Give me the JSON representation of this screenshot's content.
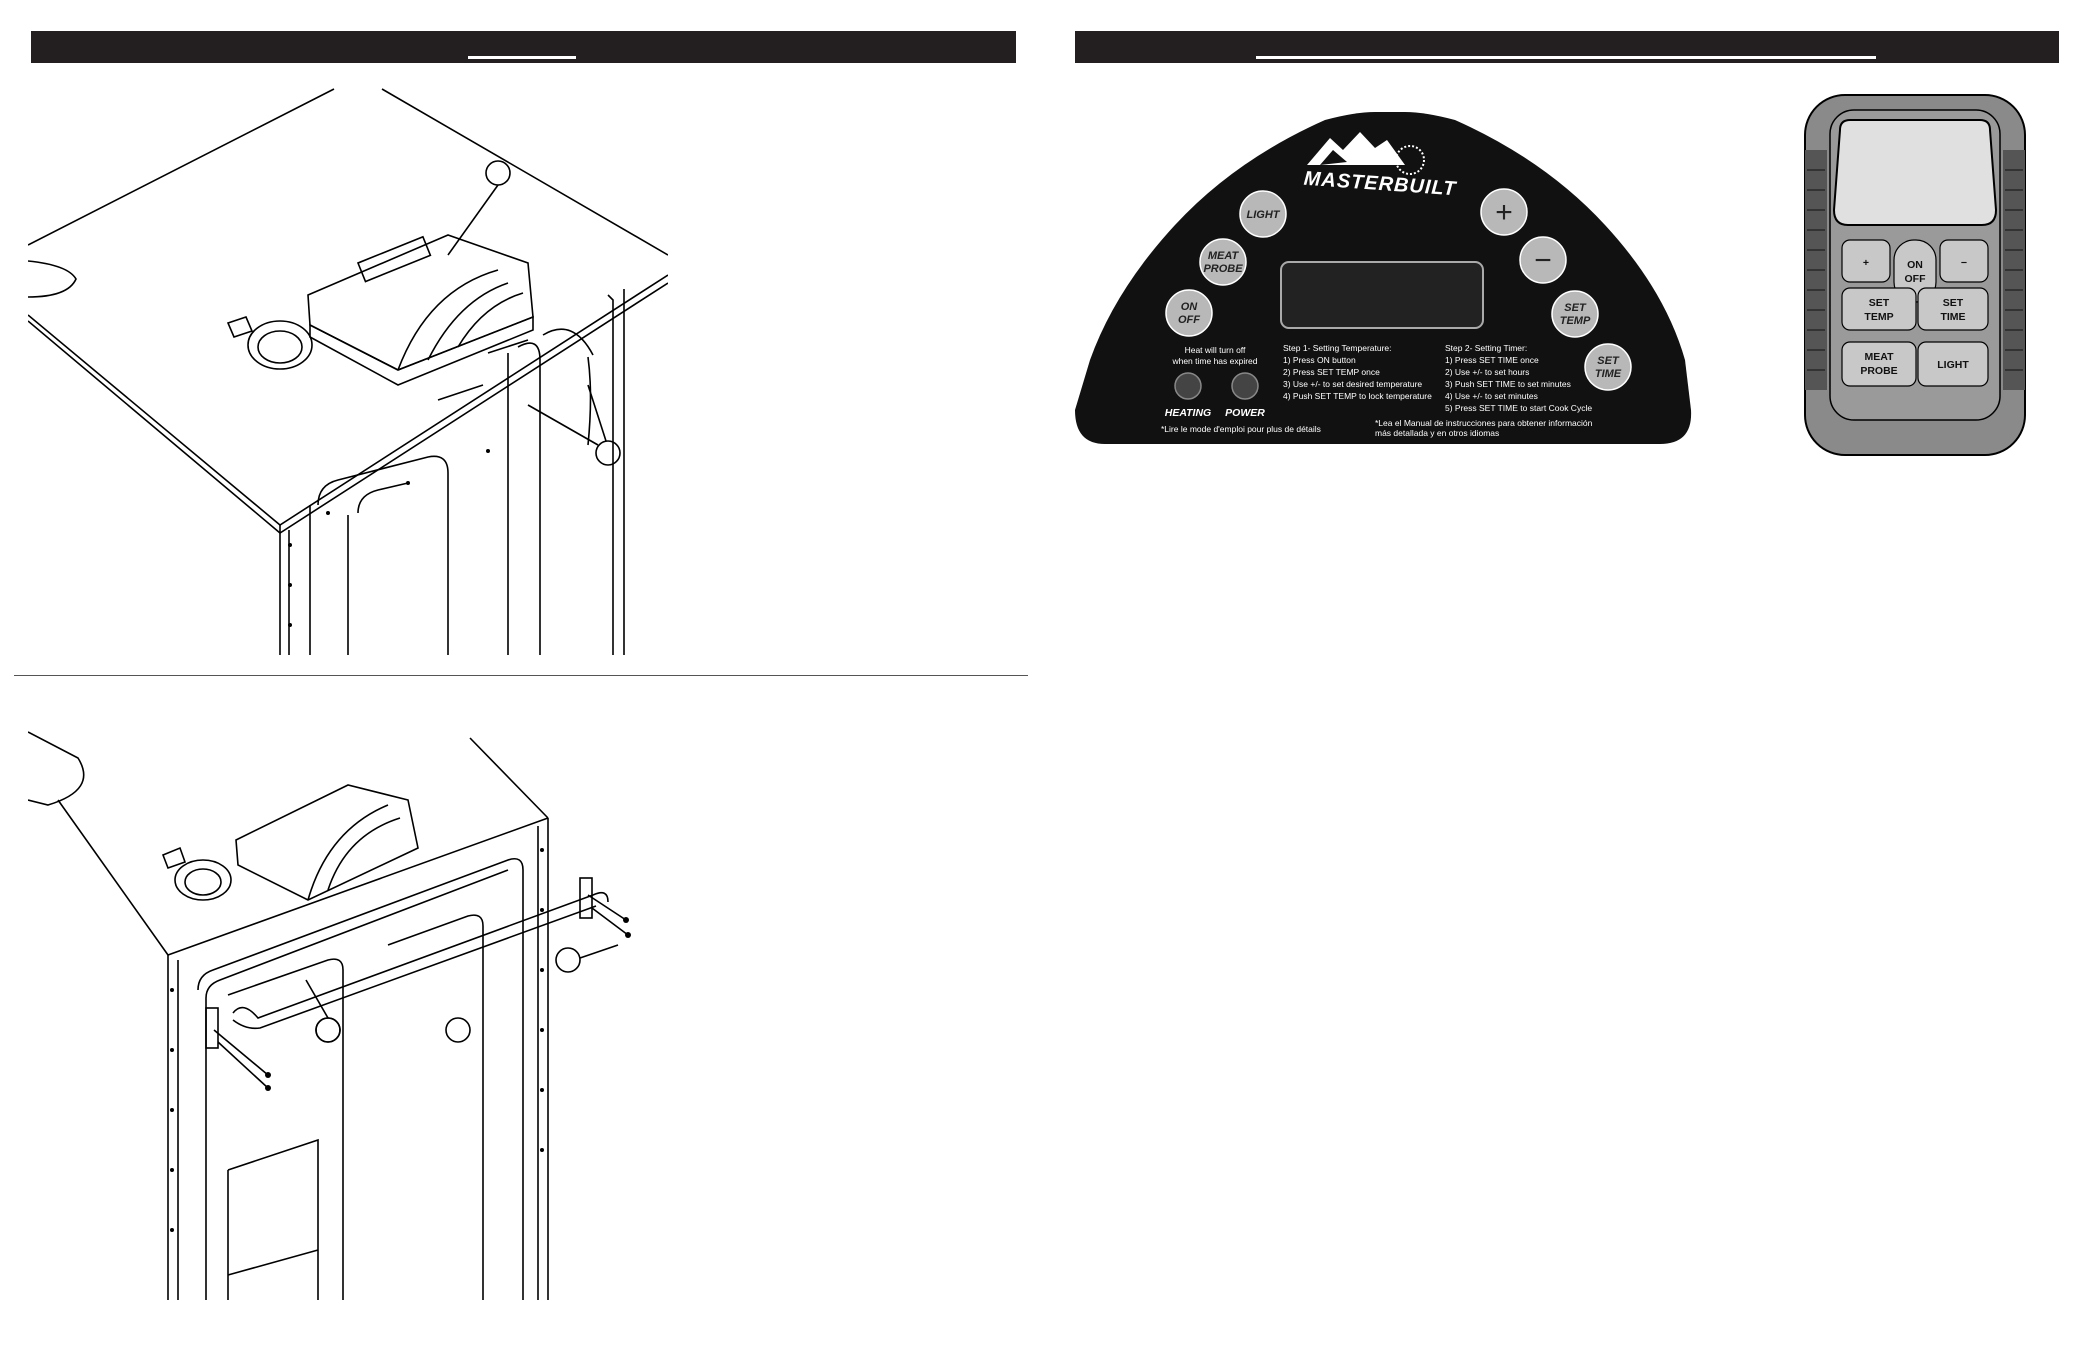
{
  "control_panel": {
    "brand": "MASTERBUILT",
    "buttons": {
      "light": "LIGHT",
      "meat_probe": [
        "MEAT",
        "PROBE"
      ],
      "on_off": [
        "ON",
        "OFF"
      ],
      "plus": "+",
      "minus": "−",
      "set_temp": [
        "SET",
        "TEMP"
      ],
      "set_time": [
        "SET",
        "TIME"
      ]
    },
    "heat_note": [
      "Heat will turn off",
      "when time has expired"
    ],
    "indicators": [
      "HEATING",
      "POWER"
    ],
    "step1": [
      "Step 1- Setting Temperature:",
      "1) Press ON button",
      "2) Press SET TEMP once",
      "3) Use +/- to set desired temperature",
      "4) Push SET TEMP to lock temperature"
    ],
    "step2": [
      "Step 2- Setting Timer:",
      "1) Press SET TIME once",
      "2) Use +/- to set hours",
      "3) Push SET TIME to set minutes",
      "4) Use +/- to set minutes",
      "5) Press SET TIME to start Cook Cycle"
    ],
    "french_note": "*Lire le mode d'emploi pour plus de détails",
    "spanish_note": [
      "*Lea el Manual de instrucciones para obtener información",
      "más detallada y en otros idiomas"
    ]
  },
  "remote": {
    "buttons": {
      "plus": "+",
      "on_off": [
        "ON",
        "OFF"
      ],
      "minus": "−",
      "set_temp": [
        "SET",
        "TEMP"
      ],
      "set_time": [
        "SET",
        "TIME"
      ],
      "meat_probe": [
        "MEAT",
        "PROBE"
      ],
      "light": "LIGHT"
    }
  },
  "colors": {
    "header_band": "#231f20",
    "panel_black": "#111111",
    "button_grey": "#b8b8b8",
    "remote_grey": "#8a8a8a"
  }
}
